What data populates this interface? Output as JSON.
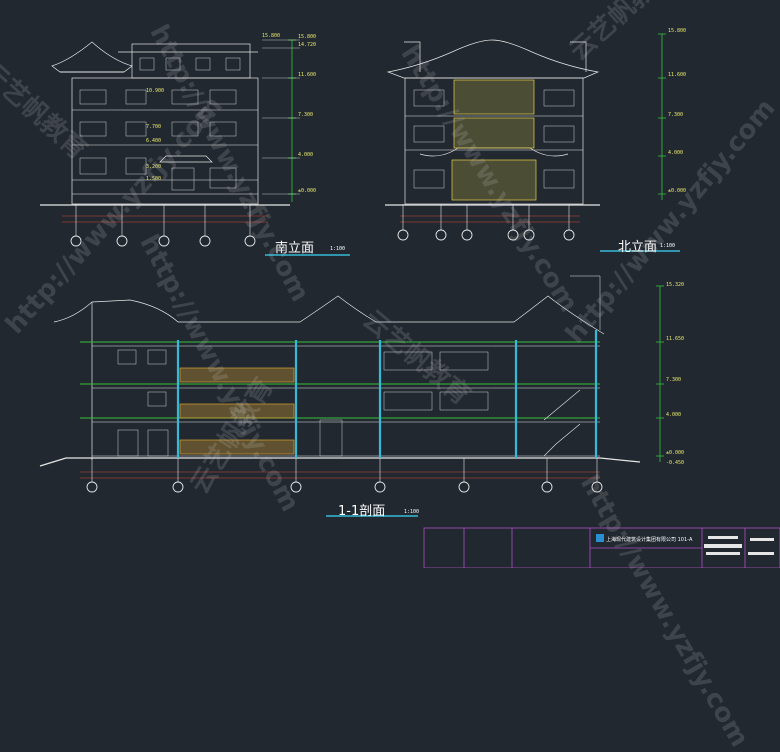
{
  "drawings": {
    "south": {
      "title": "南立面",
      "scale": "1:100"
    },
    "north": {
      "title": "北立面",
      "scale": "1:100"
    },
    "section": {
      "title": "1-1剖面",
      "scale": "1:100"
    }
  },
  "elevations": {
    "south": [
      "15.800",
      "14.720",
      "11.600",
      "7.300",
      "4.000",
      "±0.000"
    ],
    "south_inner": [
      "10.900",
      "7.700",
      "6.400",
      "3.200",
      "1.500"
    ],
    "north": [
      "15.800",
      "11.600",
      "7.300",
      "4.000",
      "±0.000"
    ],
    "section": [
      "15.320",
      "11.650",
      "7.300",
      "4.000",
      "±0.000",
      "-0.450"
    ]
  },
  "title_block": {
    "company": "上海现代建筑设计集团有限公司 101-A"
  },
  "watermarks": {
    "brand": "云艺帆教育",
    "url": "http://www.yzfjy.com"
  },
  "colors": {
    "background": "#212830",
    "line_white": "#e6e6e6",
    "line_yellow": "#e8d04a",
    "line_cyan": "#37b9d8",
    "line_green": "#35c13a",
    "line_orange": "#d8a030",
    "line_red": "#d84a3a",
    "title_block": "#b04fc8"
  }
}
